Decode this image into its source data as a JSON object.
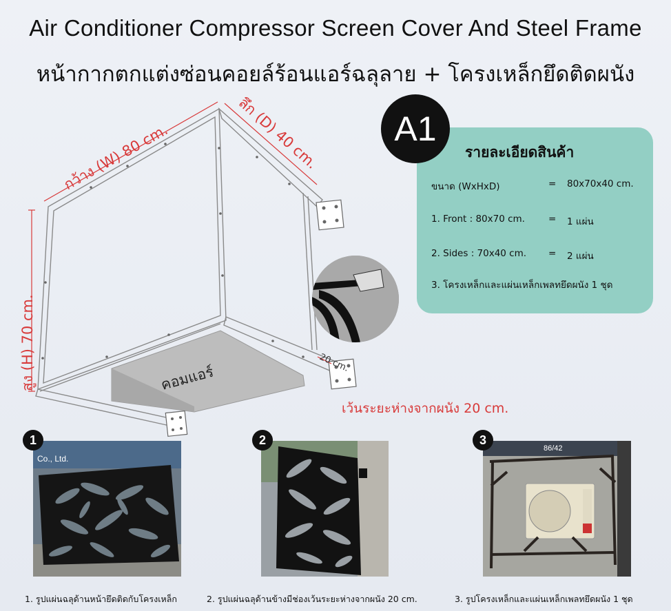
{
  "title_en": "Air Conditioner Compressor Screen Cover And Steel Frame",
  "title_th": "หน้ากากตกแต่งซ่อนคอยล์ร้อนแอร์ฉลุลาย + โครงเหล็กยึดติดผนัง",
  "diagram": {
    "width_label": "กว้าง (W) 80 cm.",
    "depth_label": "ลึก (D) 40 cm.",
    "height_label": "สูง (H) 70 cm.",
    "gap_small_label": "20 cm.",
    "compressor_label": "คอมแอร์",
    "gap_note": "เว้นระยะห่างจากผนัง 20 cm."
  },
  "badge": "A1",
  "spec": {
    "title": "รายละเอียดสินค้า",
    "rows": [
      {
        "label": "ขนาด (WxHxD)",
        "eq": "=",
        "value": "80x70x40 cm."
      },
      {
        "label": "1. Front : 80x70 cm.",
        "eq": "=",
        "value": "1 แผ่น"
      },
      {
        "label": "2. Sides : 70x40 cm.",
        "eq": "=",
        "value": "2 แผ่น"
      },
      {
        "label": "3. โครงเหล็กและแผ่นเหล็กเพลทยึดผนัง 1 ชุด",
        "eq": "",
        "value": ""
      }
    ]
  },
  "photos": [
    {
      "number": "1",
      "caption": "1. รูปแผ่นฉลุด้านหน้ายึดติดกับโครงเหล็ก",
      "sign_text": "Co., Ltd."
    },
    {
      "number": "2",
      "caption": "2. รูปแผ่นฉลุด้านข้างมีช่องเว้นระยะห่างจากผนัง 20 cm."
    },
    {
      "number": "3",
      "caption": "3. รูปโครงเหล็กและแผ่นเหล็กเพลทยึดผนัง 1 ชุด",
      "sign_text": "86/42"
    }
  ],
  "colors": {
    "accent_red": "#d83a3a",
    "panel_teal": "#93cfc4",
    "badge_black": "#111111"
  }
}
